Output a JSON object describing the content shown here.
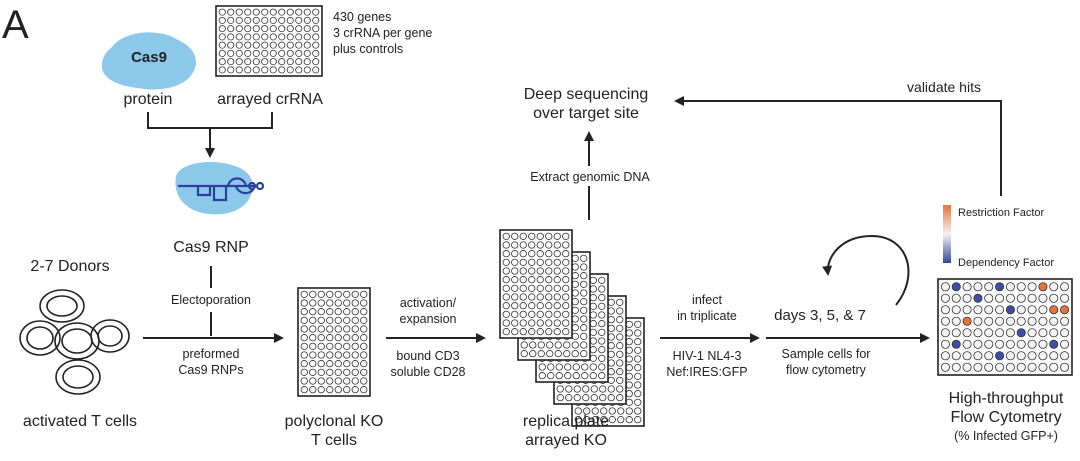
{
  "panel_label": "A",
  "inputs": {
    "protein_label": "protein",
    "cas9_text": "Cas9",
    "crrna_label": "arrayed crRNA",
    "library_info": [
      "430 genes",
      "3 crRNA per gene",
      "plus controls"
    ]
  },
  "rnp": {
    "label": "Cas9 RNP"
  },
  "donors": {
    "label": "2-7 Donors",
    "cells_label": "activated T cells"
  },
  "electroporation": {
    "label": "Electoporation",
    "below_label": [
      "preformed",
      "Cas9 RNPs"
    ]
  },
  "polyclonal": {
    "label": [
      "polyclonal KO",
      "T cells"
    ]
  },
  "activation": {
    "above_label": [
      "activation/",
      "expansion"
    ],
    "below_label": [
      "bound CD3",
      "soluble CD28"
    ]
  },
  "replica": {
    "label": [
      "replica plate",
      "arrayed KO"
    ]
  },
  "extract": {
    "label": "Extract genomic DNA"
  },
  "deep_seq": {
    "label": [
      "Deep sequencing",
      "over target site"
    ]
  },
  "validate": {
    "label": "validate hits"
  },
  "infect": {
    "above_label": [
      "infect",
      "in triplicate"
    ],
    "below_label": [
      "HIV-1 NL4-3",
      "Nef:IRES:GFP"
    ]
  },
  "days": {
    "label": "days 3, 5, & 7",
    "below_label": [
      "Sample cells for",
      "flow cytometry"
    ]
  },
  "legend": {
    "top": "Restriction Factor",
    "bottom": "Dependency Factor",
    "top_color": "#e8733a",
    "bottom_color": "#34479b"
  },
  "flow": {
    "label": [
      "High-throughput",
      "Flow Cytometry"
    ],
    "sub_label": "(% Infected GFP+)"
  },
  "colors": {
    "cas9_blob": "#8cc8ea",
    "rnp_dark": "#2c3f9c",
    "orange": "#e8733a",
    "blue": "#3c4fa8"
  }
}
